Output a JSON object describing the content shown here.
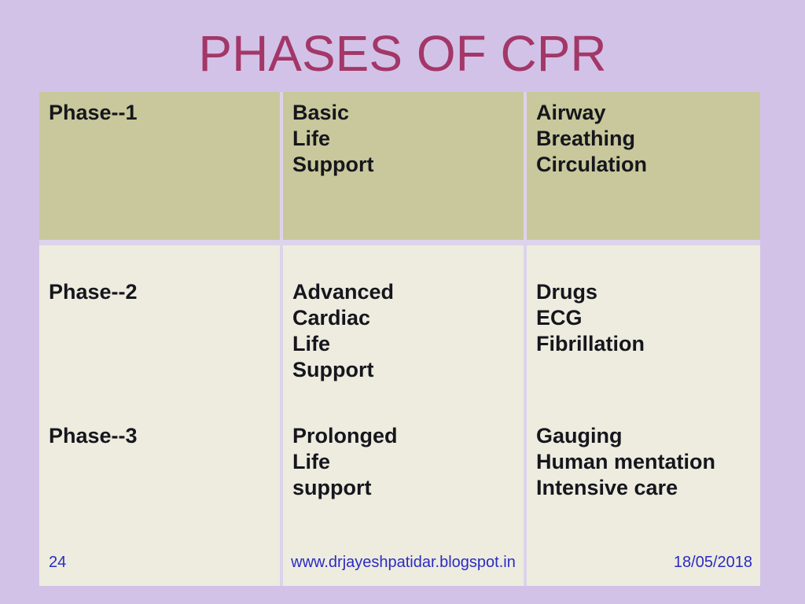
{
  "slide": {
    "title": "PHASES OF CPR",
    "colors": {
      "background": "#d3c2e7",
      "header_row": "#c8c89c",
      "body_row": "#edecdf",
      "divider": "#ddd3ec",
      "title_text": "#a33768",
      "cell_text": "#16161d",
      "footer_text": "#2b2bc2"
    },
    "table": {
      "rows": [
        {
          "phase": "Phase--1",
          "name": "Basic\nLife\nSupport",
          "components": "Airway\nBreathing\nCirculation"
        },
        {
          "phase": "Phase--2",
          "name": "Advanced\nCardiac\nLife\nSupport",
          "components": "Drugs\nECG\nFibrillation"
        },
        {
          "phase": "Phase--3",
          "name": "Prolonged\nLife\nsupport",
          "components": "Gauging\nHuman mentation\nIntensive care"
        }
      ]
    },
    "footer": {
      "slide_number": "24",
      "website": "www.drjayeshpatidar.blogspot.in",
      "date": "18/05/2018"
    }
  }
}
